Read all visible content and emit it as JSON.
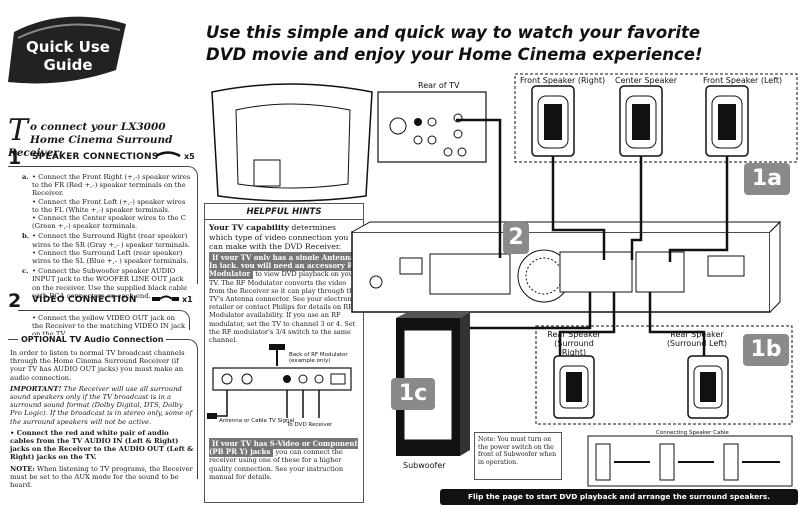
{
  "logo": {
    "line1": "Quick Use",
    "line2": "Guide"
  },
  "headline": {
    "line1": "Use this simple and quick way to watch your favorite",
    "line2": "DVD movie and enjoy your Home Cinema experience!"
  },
  "intro": {
    "big_letter": "T",
    "text": "o connect your LX3000 Home Cinema Surround Receiver:"
  },
  "section1": {
    "number": "1",
    "title": "SPEAKER CONNECTIONS",
    "cable_count": "x5",
    "items": [
      {
        "label": "a.",
        "lines": [
          "• Connect the Front Right (+,-) speaker wires to the FR (Red +,-) speaker terminals on the Receiver.",
          "• Connect the Front Left (+,-) speaker wires to the FL (White +,-) speaker terminals.",
          "• Connect the Center speaker wires to the C (Green +,-) speaker terminals."
        ]
      },
      {
        "label": "b.",
        "lines": [
          "• Connect the Surround Right (rear speaker) wires to the SR (Gray +,- ) speaker terminals.",
          "• Connect the Surround Left (rear speaker) wires to the SL (Blue +,- ) speaker terminals."
        ]
      },
      {
        "label": "c.",
        "lines": [
          "• Connect the Subwoofer speaker AUDIO INPUT jack to the WOOFER LINE OUT jack on the receiver. Use the supplied black cable with RCA connectors on each end."
        ]
      }
    ]
  },
  "section2": {
    "number": "2",
    "title": "VIDEO CONNECTION",
    "cable_count": "x1",
    "text": "• Connect the yellow VIDEO OUT jack on the Receiver to the matching VIDEO IN jack on the TV."
  },
  "optional": {
    "title": "OPTIONAL TV Audio Connection",
    "p1": "In order to listen to normal TV broadcast channels through the Home Cinema Surround Receiver (if your TV has AUDIO OUT jacks) you must make an audio connection.",
    "p2_bold": "IMPORTANT!",
    "p2": " The Receiver will use all surround sound speakers only if the TV broadcast is in a surround sound format (Dolby Digital, DTS, Dolby Pro Logic). If the broadcast is in stereo only, some of the surround speakers will not be active.",
    "p3": "• Connect the red and white pair of audio cables from the TV AUDIO IN (Left & Right) jacks on the Receiver to the AUDIO OUT (Left & Right) jacks on the TV.",
    "p4_bold": "NOTE:",
    "p4": " When listening to TV programs, the Receiver must be set to the AUX mode for the sound to be heard."
  },
  "hints": {
    "title": "HELPFUL HINTS",
    "p1_bold": "Your TV capability",
    "p1": " determines which type of video connection you can make with the DVD Receiver.",
    "rf_bar": "If your TV only has a single Antenna In jack, you will need an accessory RF Modulator",
    "rf_text": " to view DVD playback on your TV. The RF Modulator converts the video from the Receiver so it can play through the TV's Antenna connector. See your electronics retailer or contact Philips for details on RF Modulator availability. If you use an RF modulator, set the TV to channel 3 or 4. Set the RF modulator's 3/4 switch to the same channel.",
    "rf_back": "Back of RF Modulator (example only)",
    "antenna": "Antenna or Cable TV Signal",
    "to_dvd": "To DVD Receiver",
    "svideo_bar": "If your TV has S-Video or Component (PB PR Y) jacks",
    "svideo_text": " you can connect the receiver using one of these for a higher quality connection. See your instruction manual for details."
  },
  "diagram": {
    "rear_tv": "Rear of TV",
    "front_right": "Front Speaker (Right)",
    "center": "Center Speaker",
    "front_left": "Front Speaker (Left)",
    "rear_right": "Rear Speaker (Surround Right)",
    "rear_left": "Rear Speaker (Surround Left)",
    "subwoofer": "Subwoofer",
    "cable": "Connecting Speaker Cable",
    "badge_1a": "1a",
    "badge_1b": "1b",
    "badge_1c": "1c",
    "badge_2": "2"
  },
  "note": "Note: You must turn on the power switch on the front of Subwoofer when in operation.",
  "footer": "Flip the page to start DVD playback and arrange the surround speakers.",
  "colors": {
    "badge": "#8a8a8a",
    "bar": "#111111"
  }
}
